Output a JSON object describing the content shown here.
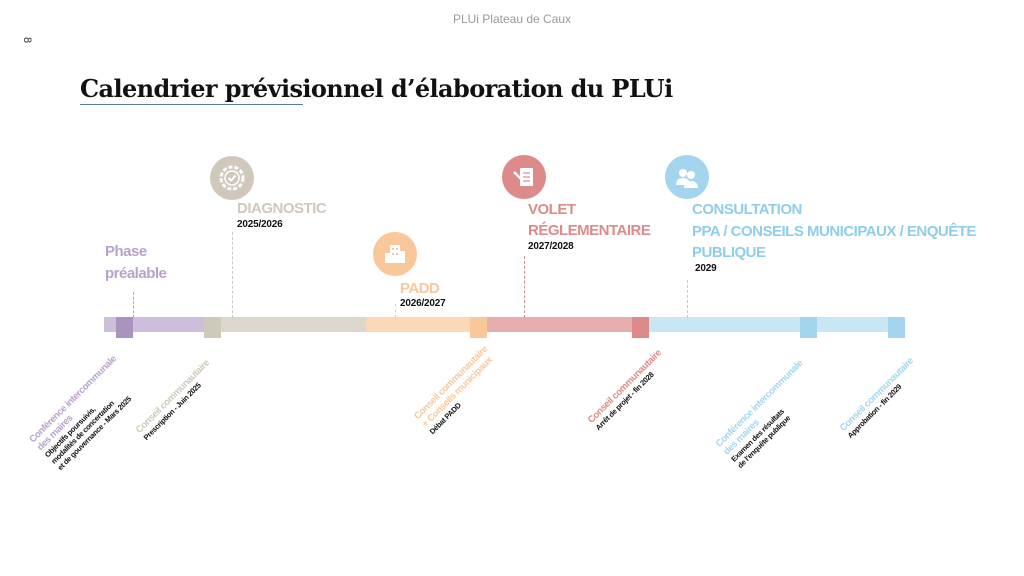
{
  "header": "PLUi Plateau de Caux",
  "page_number": "8",
  "title": "Calendrier prévisionnel d’élaboration du PLUi",
  "colors": {
    "purple": "#b8a2cb",
    "beige": "#cfc8bb",
    "orange": "#f8c89a",
    "red": "#dc8a8a",
    "blue": "#a3d6ee"
  },
  "phases": [
    {
      "lines": [
        "Phase",
        "préalable"
      ],
      "year": ""
    },
    {
      "lines": [
        "DIAGNOSTIC"
      ],
      "year": "2025/2026",
      "icon": "gear-check-icon"
    },
    {
      "lines": [
        "PADD"
      ],
      "year": "2026/2027",
      "icon": "buildings-icon"
    },
    {
      "lines": [
        "VOLET",
        "RÉGLEMENTAIRE"
      ],
      "year": "2027/2028",
      "icon": "document-pen-icon"
    },
    {
      "lines": [
        "CONSULTATION",
        "PPA / CONSEILS MUNICIPAUX / ENQUÊTE",
        "PUBLIQUE"
      ],
      "year": "2029",
      "icon": "users-icon"
    }
  ],
  "milestones": [
    {
      "heading": [
        "Conférence intercommunale",
        "des maires"
      ],
      "detail": [
        "Objectifs poursuivis,",
        "modalités de concertation",
        "et de gouvernance - Mars 2025"
      ]
    },
    {
      "heading": [
        "Conseil communautaire"
      ],
      "detail": [
        "Prescription - Juin 2025"
      ]
    },
    {
      "heading": [
        "Conseil communautaire",
        "+ Conseils municipaux"
      ],
      "detail": [
        "Débat PADD"
      ]
    },
    {
      "heading": [
        "Conseil communautaire"
      ],
      "detail": [
        "Arrêt de projet - fin 2028"
      ]
    },
    {
      "heading": [
        "Conférence intercommunale",
        "des maires"
      ],
      "detail": [
        "Examen des résultats",
        "de l’enquête publique"
      ]
    },
    {
      "heading": [
        "Conseil communautaire"
      ],
      "detail": [
        "Approbation - fin 2029"
      ]
    }
  ]
}
